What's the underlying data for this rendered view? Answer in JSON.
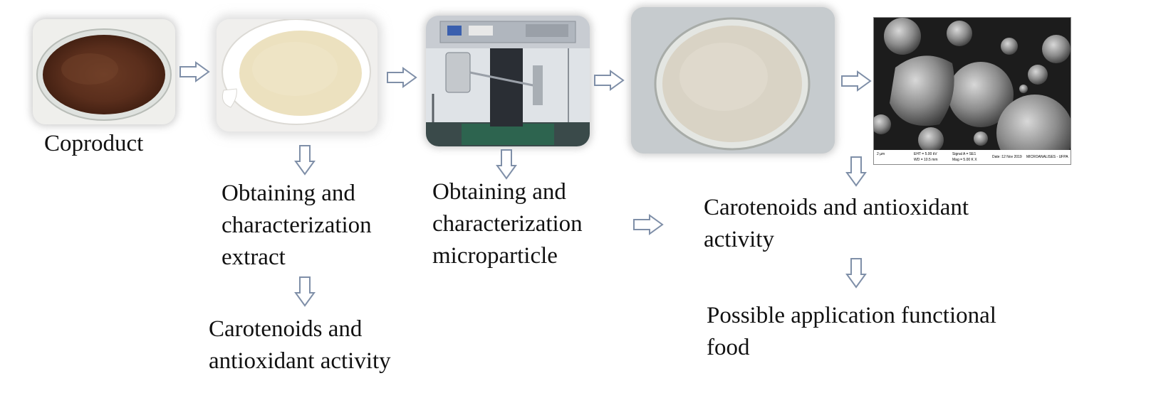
{
  "labels": {
    "coproduct": "Coproduct",
    "extract": [
      "Obtaining and",
      "characterization",
      "extract"
    ],
    "extract_result": [
      "Carotenoids and",
      "antioxidant activity"
    ],
    "microparticle": [
      "Obtaining and",
      "characterization",
      "microparticle"
    ],
    "microparticle_result": [
      "Carotenoids and antioxidant",
      "activity"
    ],
    "application": [
      "Possible application functional",
      "food"
    ]
  },
  "sem_caption": {
    "scale": "2 µm",
    "eht": "EHT = 5.00 kV",
    "wd": "WD = 10.5 mm",
    "signal": "Signal A = SE1",
    "mag": "Mag = 5.00 K X",
    "date": "Date :12 Nov 2019",
    "lab": "MICROANALISES - UFPA"
  },
  "colors": {
    "arrow_stroke": "#7f8fa8",
    "arrow_fill": "#ffffff",
    "text": "#111111"
  },
  "icons": {
    "arrow_right": "block-arrow-right-icon",
    "arrow_down": "block-arrow-down-icon"
  }
}
